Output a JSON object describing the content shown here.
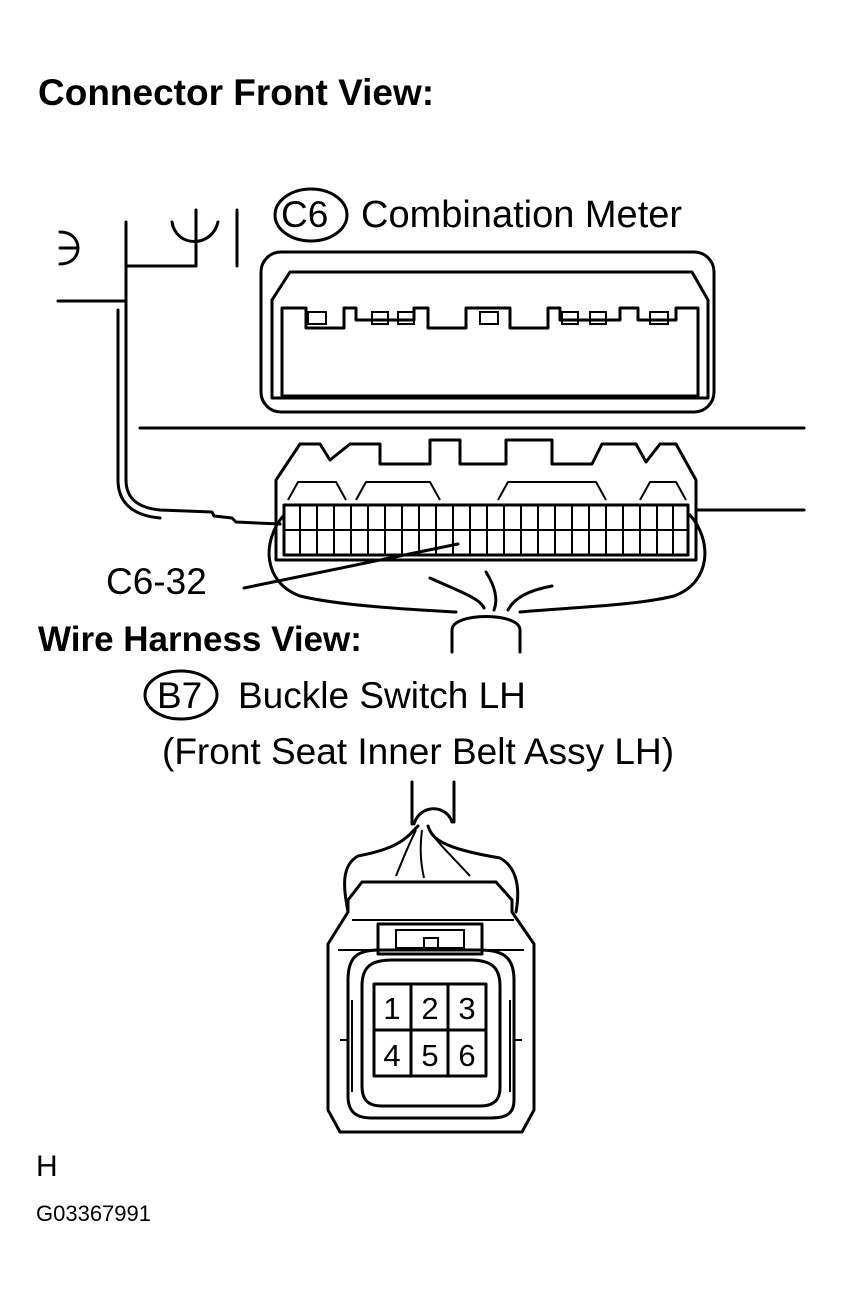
{
  "headings": {
    "connector_front_view": "Connector Front View:",
    "wire_harness_view": "Wire Harness View:"
  },
  "combination_meter": {
    "code": "C6",
    "name": "Combination Meter",
    "pin_callout": "C6-32"
  },
  "buckle_switch": {
    "code": "B7",
    "name": "Buckle Switch LH",
    "subtitle": "(Front Seat Inner Belt Assy LH)",
    "pins": [
      "1",
      "2",
      "3",
      "4",
      "5",
      "6"
    ]
  },
  "footer": {
    "mark": "H",
    "figure_id": "G03367991"
  }
}
